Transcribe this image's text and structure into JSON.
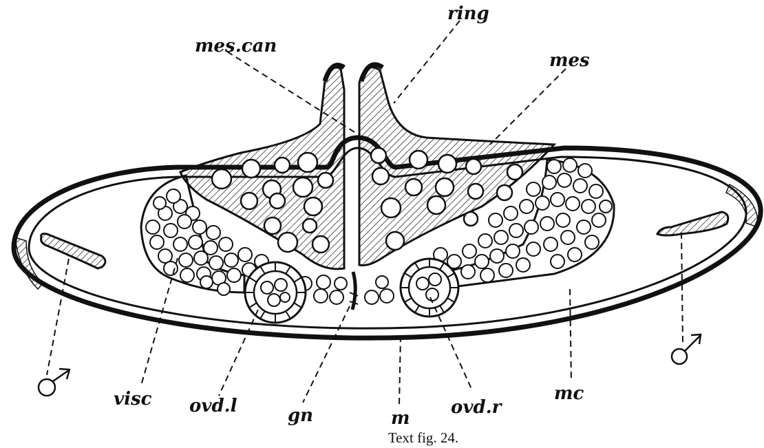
{
  "figure": {
    "caption": "Text fig. 24.",
    "labels": {
      "mes_can": "mes.can",
      "ring": "ring",
      "mes": "mes",
      "visc": "visc",
      "ovd_l": "ovd.l",
      "gn": "gn",
      "m": "m",
      "ovd_r": "ovd.r",
      "mc": "mc"
    },
    "symbols": {
      "male_left": "♂",
      "male_right": "♂"
    }
  },
  "colors": {
    "ink": "#111111",
    "background": "#ffffff"
  }
}
